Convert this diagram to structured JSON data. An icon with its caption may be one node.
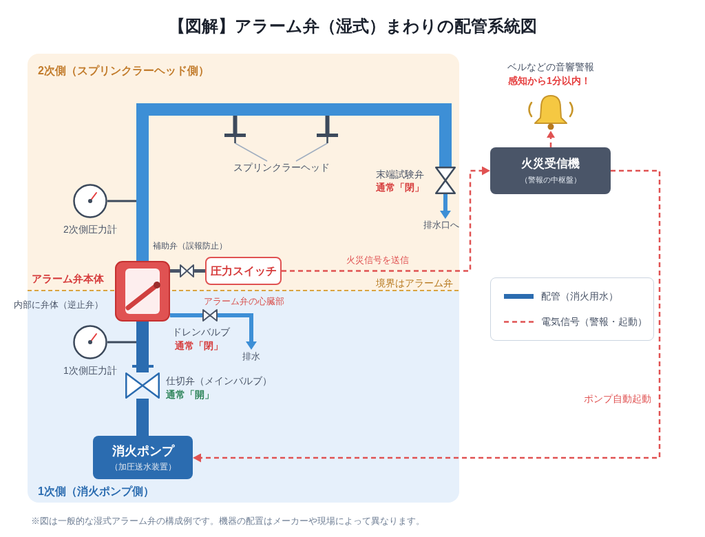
{
  "diagram": {
    "title": "【図解】アラーム弁（湿式）まわりの配管系統図",
    "caption": "※図は一般的な湿式アラーム弁の構成例です。機器の配置はメーカーや現場によって異なります。",
    "nodes": [
      {
        "text": [
          "2次側（スプリンクラーヘッド側）"
        ]
      },
      {
        "text": [
          "1次側（消火ポンプ側）"
        ]
      },
      {
        "text": [],
        "shape": "box",
        "beside": [
          "アラーム弁本体",
          "内部に弁体（逆止弁）"
        ]
      },
      {
        "text": [
          "スプリンクラーヘッド"
        ],
        "in": 0
      },
      {
        "text": [],
        "shape": "tee",
        "in": 0
      },
      {
        "text": [],
        "shape": "tee",
        "in": 0
      },
      {
        "text": [],
        "shape": "valve",
        "in": 0,
        "beside": [
          "末端試験弁",
          "通常「閉」"
        ]
      },
      {
        "text": [
          "排水口へ"
        ],
        "in": 0
      },
      {
        "text": [],
        "shape": "valve",
        "in": 0
      },
      {
        "text": [
          "圧力スイッチ"
        ],
        "in": 0
      },
      {
        "text": [],
        "shape": "bell",
        "beside": [
          "ベルなどの音響警報",
          "感知から1分以内！"
        ]
      },
      {
        "text": [
          "火災受信機",
          "（警報の中枢盤）"
        ]
      },
      {
        "text": [],
        "shape": "valve",
        "in": 1,
        "beside": [
          "ドレンバルブ",
          "通常「閉」"
        ]
      },
      {
        "text": [
          "排水"
        ],
        "in": 1
      },
      {
        "text": [],
        "shape": "valve",
        "in": 1,
        "beside": [
          "仕切弁（メインバルブ）",
          "通常「開」"
        ]
      },
      {
        "text": [
          "消火ポンプ",
          "（加圧送水装置）"
        ],
        "in": 1
      }
    ],
    "edges": [
      {
        "from": 3,
        "to": 4,
        "arrow": "none",
        "color": "#a0aec0"
      },
      {
        "from": 3,
        "to": 5,
        "arrow": "none",
        "color": "#a0aec0"
      },
      {
        "from": 2,
        "to": 6,
        "arrow": "none",
        "style": "thick",
        "color": "#3d8fd6"
      },
      {
        "from": 6,
        "to": 7,
        "arrow": "to",
        "color": "#3d8fd6"
      },
      {
        "from": 11,
        "to": 10,
        "arrow": "to",
        "style": "dashed",
        "color": "#e05252"
      },
      {
        "from": 2,
        "to": 8,
        "arrow": "none",
        "color": "#4a5568"
      },
      {
        "from": 8,
        "to": 9,
        "arrow": "none",
        "color": "#4a5568"
      },
      {
        "from": 9,
        "to": 11,
        "arrow": "to",
        "style": "dashed",
        "color": "#e05252",
        "label": "火災信号を送信"
      },
      {
        "from": 2,
        "to": 12,
        "arrow": "none",
        "color": "#3d8fd6"
      },
      {
        "from": 12,
        "to": 13,
        "arrow": "to",
        "color": "#3d8fd6"
      },
      {
        "from": 15,
        "to": 14,
        "arrow": "none",
        "style": "thick",
        "color": "#2b6cb0"
      },
      {
        "from": 14,
        "to": 2,
        "arrow": "none",
        "style": "thick",
        "color": "#2b6cb0"
      },
      {
        "from": 11,
        "to": 15,
        "arrow": "to",
        "style": "dashed",
        "color": "#e05252",
        "label": "ポンプ自動起動"
      }
    ],
    "labels": [
      "2次側圧力計",
      "補助弁（誤報防止）",
      "境界はアラーム弁",
      "アラーム弁の心臓部",
      "1次側圧力計"
    ],
    "legend": [
      {
        "text": "配管（消火用水）"
      },
      {
        "text": "電気信号（警報・起動）"
      }
    ]
  }
}
